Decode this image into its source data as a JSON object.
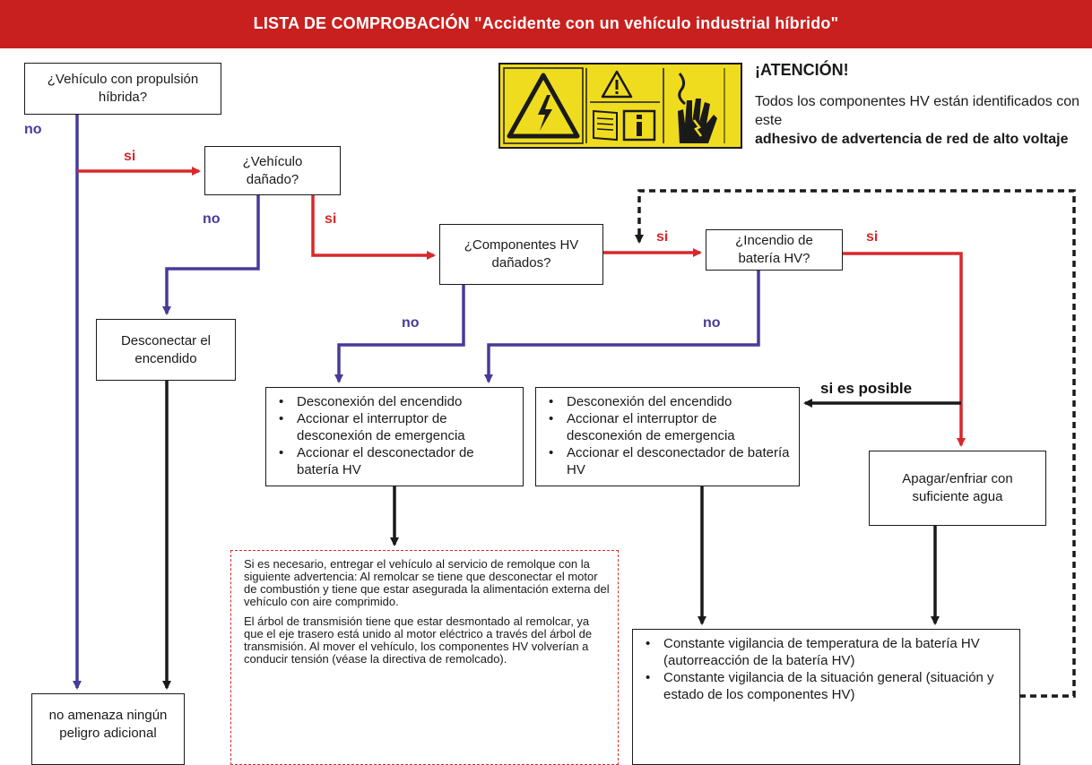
{
  "header": {
    "title": "LISTA DE COMPROBACIÓN \"Accidente con un vehículo industrial híbrido\""
  },
  "warning": {
    "title": "¡ATENCIÓN!",
    "text": "Todos los componentes HV están identificados con este",
    "bold_text": "adhesivo de advertencia de red de alto voltaje",
    "label_color": "#f0dc1e",
    "icons": [
      "high-voltage-icon",
      "warning-triangle-icon",
      "read-manual-icon",
      "electric-hand-icon"
    ]
  },
  "nodes": {
    "q_hybrid": "¿Vehículo con propulsión híbrida?",
    "q_damaged": "¿Vehículo dañado?",
    "q_hv_damaged": "¿Componentes HV dañados?",
    "q_fire": "¿Incendio de batería HV?",
    "disconnect": "Desconectar el encendido",
    "cool": "Apagar/enfriar con suficiente agua",
    "no_danger": "no amenaza ningún peligro adicional"
  },
  "steps_a": [
    "Desconexión del encendido",
    "Accionar el interruptor de desconexión de emergencia",
    "Accionar el desconectador de batería HV"
  ],
  "steps_b": [
    "Desconexión del encendido",
    "Accionar el interruptor de desconexión de emergencia",
    "Accionar el desconectador de batería HV"
  ],
  "monitor": [
    "Constante vigilancia de temperatura de la batería HV (autorreacción de la batería HV)",
    "Constante vigilancia de la situación general (situación y estado de los componentes HV)"
  ],
  "note": {
    "p1": "Si es necesario, entregar el vehículo al servicio de remolque con la siguiente advertencia: Al remolcar se tiene que desconectar el motor de combustión y tiene que estar asegurada la alimentación externa del vehículo con aire comprimido.",
    "p2": "El árbol de transmisión tiene que estar desmontado al remolcar, ya que el eje trasero está unido al motor eléctrico a través del árbol de transmisión. Al mover el vehículo, los componentes HV volverían a conducir tensión (véase la directiva de remolcado)."
  },
  "labels": {
    "no": "no",
    "si": "si",
    "si_posible": "si es posible"
  },
  "colors": {
    "banner": "#c8201e",
    "yes": "#d8282a",
    "no": "#463b9a",
    "neutral": "#1a1a1a"
  }
}
